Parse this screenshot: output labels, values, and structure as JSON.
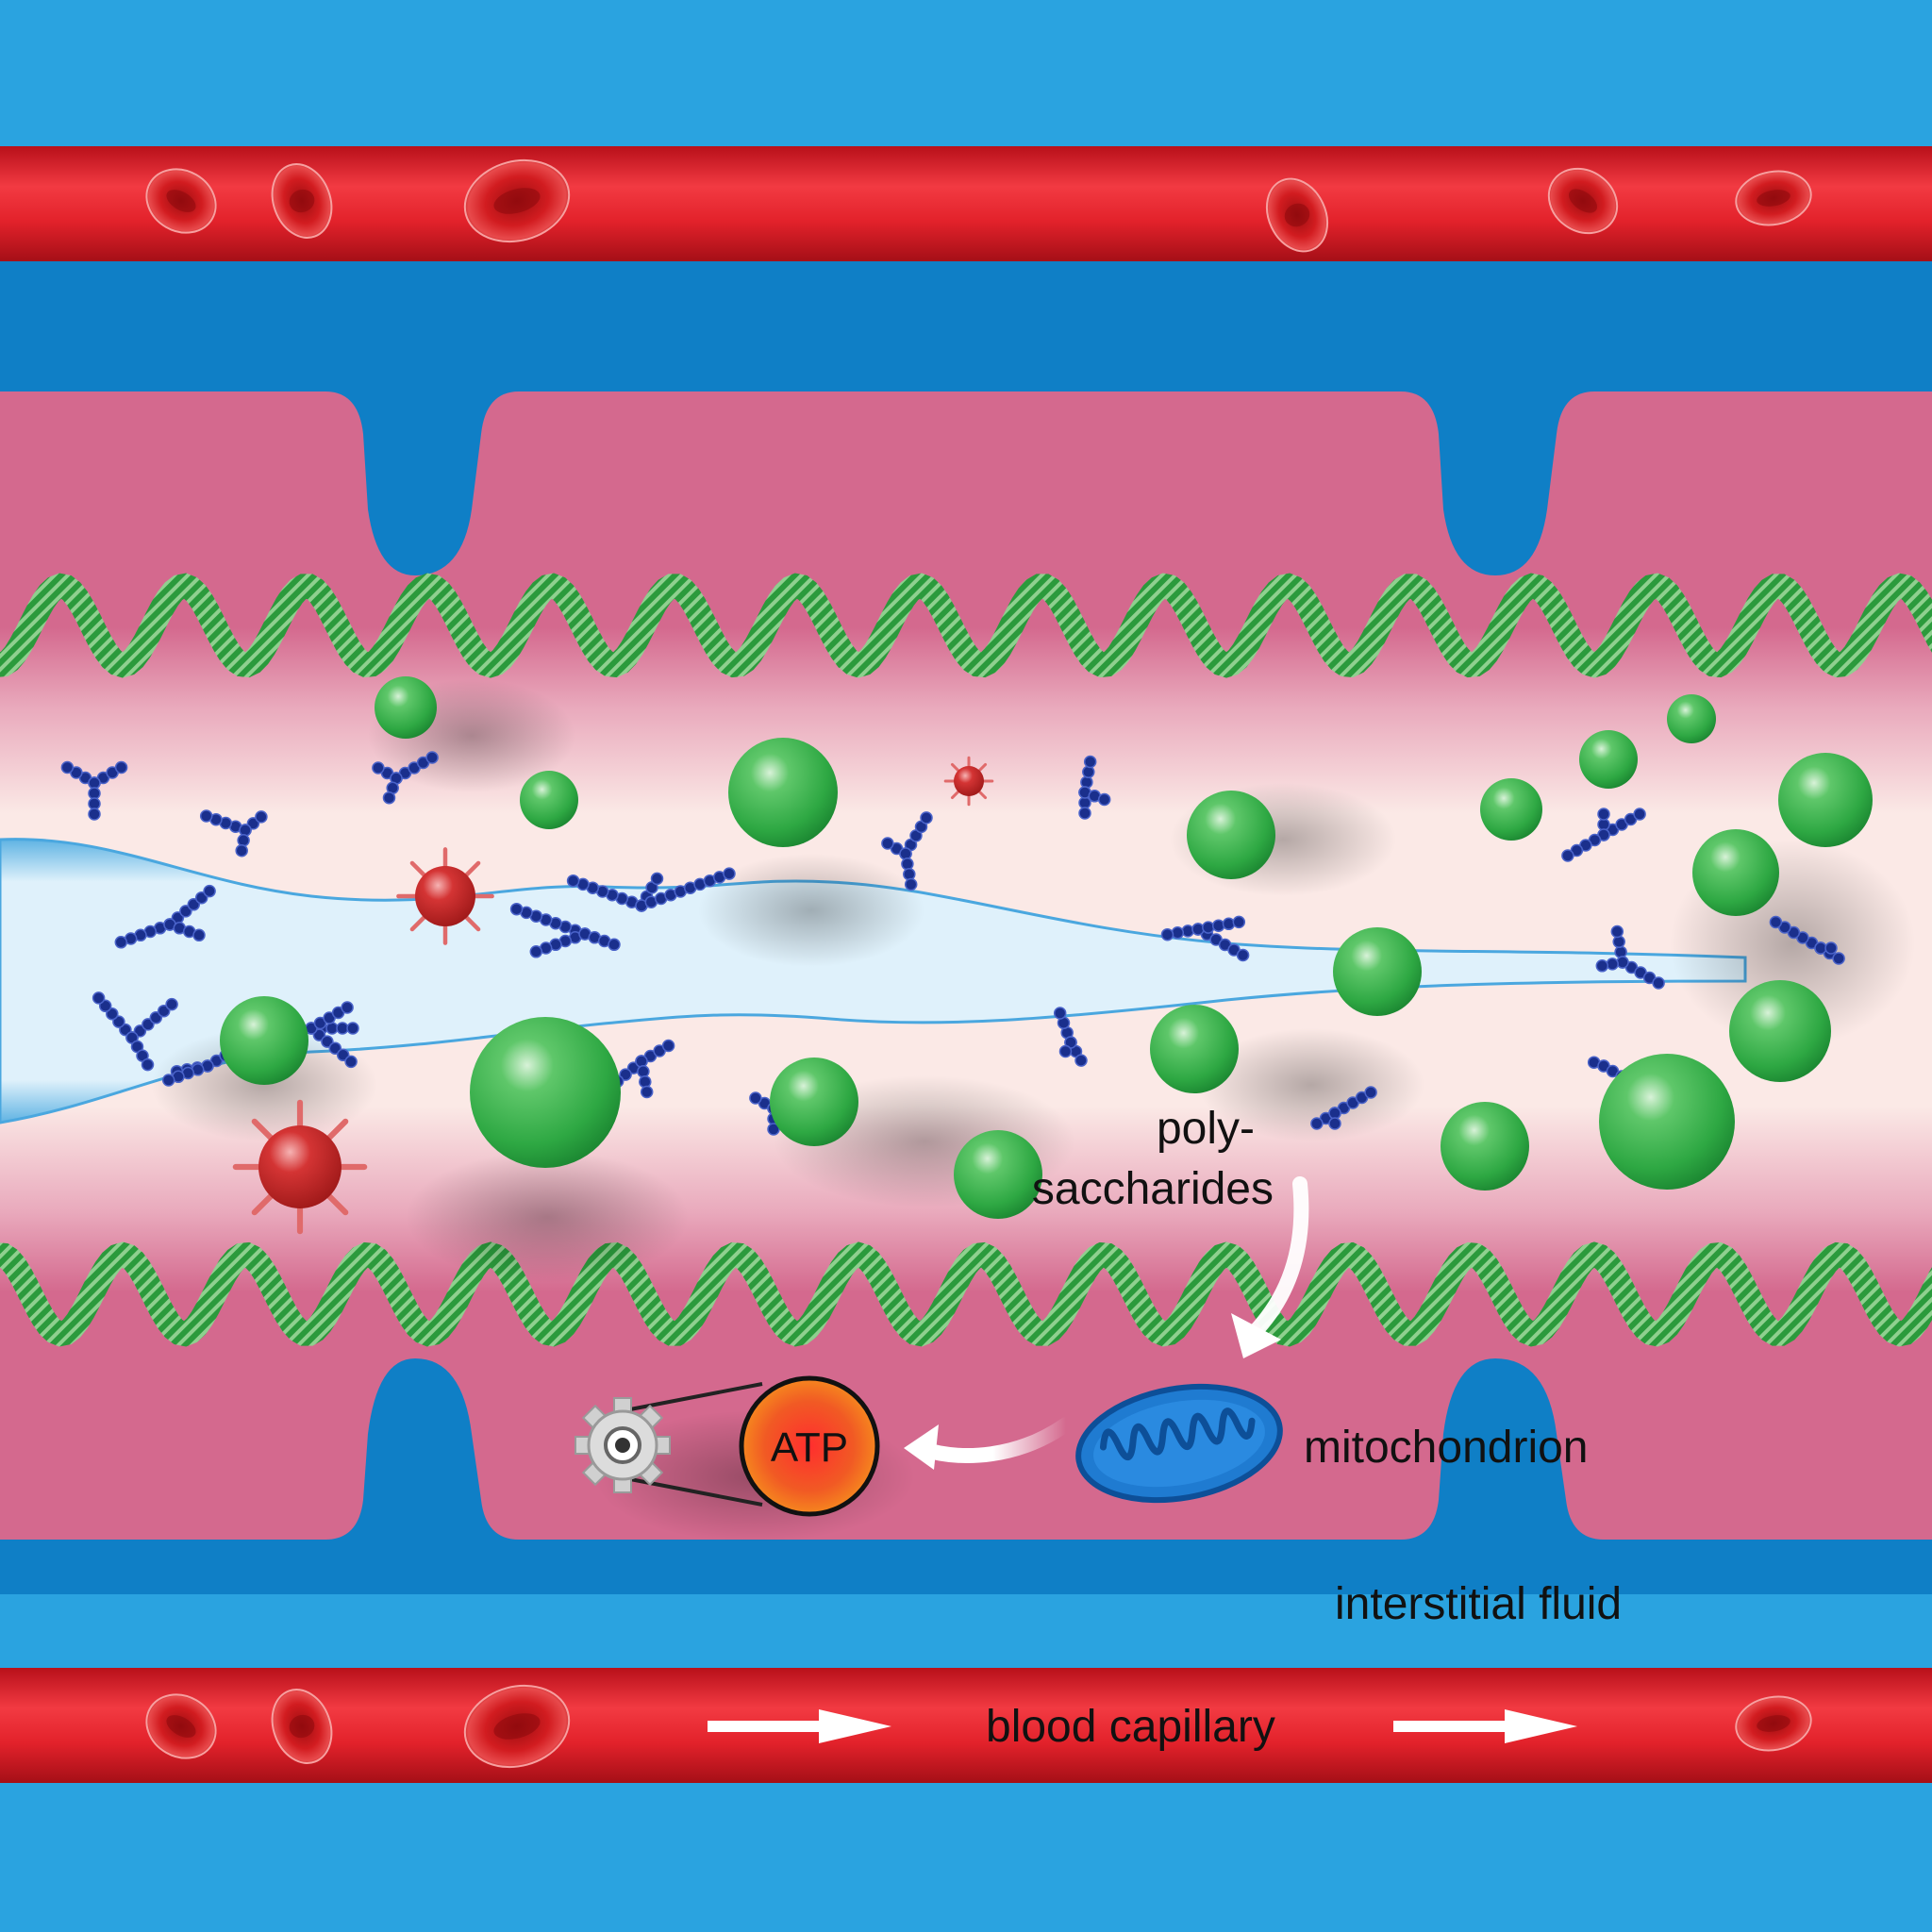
{
  "labels": {
    "polysaccharides_line1": "poly-",
    "polysaccharides_line2": "saccharides",
    "mitochondrion": "mitochondrion",
    "interstitial_fluid": "interstitial fluid",
    "blood_capillary": "blood capillary",
    "atp": "ATP"
  },
  "colors": {
    "background_light_blue": "#2aa3e0",
    "interstitial_blue": "#0f7fc6",
    "capillary_red": "#e8232d",
    "red_cell": "#d81f1f",
    "cell_pink": "#d4698e",
    "lumen_cream": "#fbe9e6",
    "basement_green": "#2c9a3c",
    "polysaccharide_navy": "#1a2f8c",
    "green_particle": "#35b24a",
    "microbe_red": "#c72a2a",
    "mitochondrion_blue": "#1f7bd1",
    "atp_orange": "#f26522"
  },
  "icons": [
    "red-blood-cell",
    "gear-icon",
    "mitochondrion-icon",
    "microbe-icon",
    "arrow-icon"
  ]
}
